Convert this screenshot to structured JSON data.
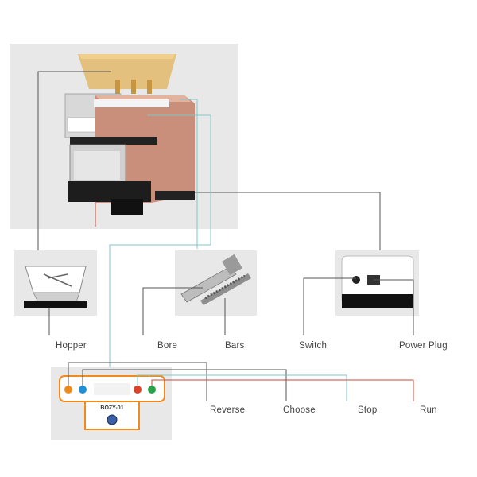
{
  "labels": {
    "hopper": "Hopper",
    "bore": "Bore",
    "bars": "Bars",
    "switch": "Switch",
    "power_plug": "Power Plug",
    "reverse": "Reverse",
    "choose": "Choose",
    "stop": "Stop",
    "run": "Run"
  },
  "control_panel": {
    "model": "BOZY-01"
  },
  "colors": {
    "panel_bg": "#e8e8e8",
    "machine_body": "#c98f7a",
    "hopper_amber": "#e2b86a",
    "line_dark": "#555555",
    "line_cyan": "#7fc6c9",
    "line_red": "#c94a3d",
    "button_orange": "#f08a1c",
    "button_blue": "#1f8fd6",
    "button_red": "#d9442a",
    "button_green": "#2aa24a"
  }
}
